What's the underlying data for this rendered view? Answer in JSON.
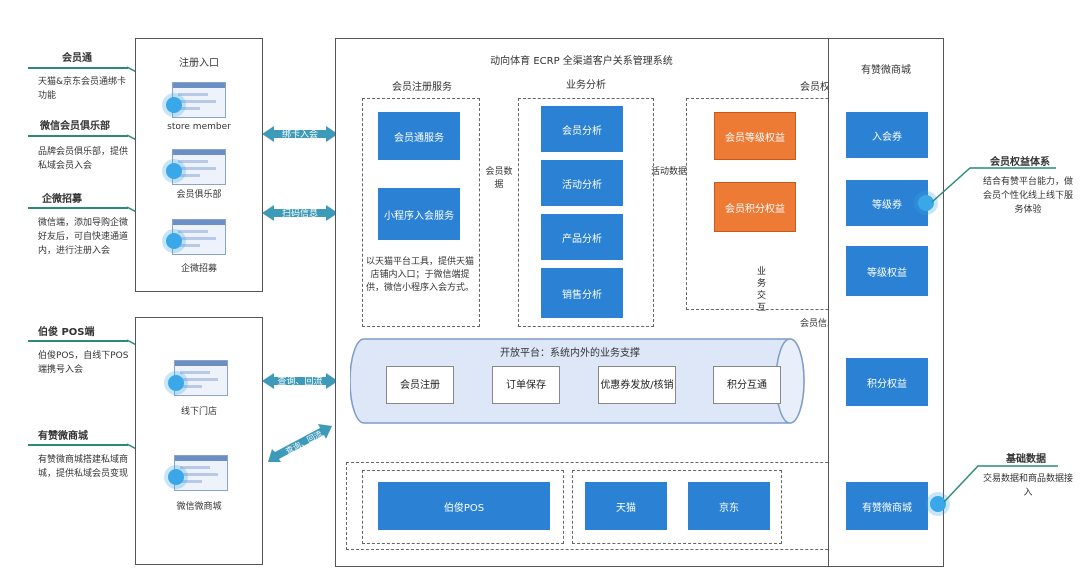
{
  "system_title": "动向体育 ECRP 全渠道客户关系管理系统",
  "registration_panel": {
    "title": "注册入口",
    "items": [
      {
        "caption": "store member"
      },
      {
        "caption": "会员俱乐部"
      },
      {
        "caption": "企微招募"
      }
    ]
  },
  "store_panel": {
    "items": [
      {
        "caption": "线下门店"
      },
      {
        "caption": "微信微商城"
      }
    ]
  },
  "left_groups": [
    {
      "title": "会员通",
      "desc": "天猫&京东会员通绑卡功能"
    },
    {
      "title": "微信会员俱乐部",
      "desc": "品牌会员俱乐部，提供私域会员入会"
    },
    {
      "title": "企微招募",
      "desc": "微信端，添加导购企微好友后，可自快速通道内，进行注册入会"
    },
    {
      "title": "伯俊 POS端",
      "desc": "伯俊POS，自线下POS端携号入会"
    },
    {
      "title": "有赞微商城",
      "desc": "有赞微商城搭建私域商城，提供私域会员变现"
    }
  ],
  "right_groups": [
    {
      "title": "会员权益体系",
      "desc": "结合有赞平台能力，做会员个性化线上线下服务体验"
    },
    {
      "title": "基础数据",
      "desc": "交易数据和商品数据接入"
    }
  ],
  "connector_labels": {
    "bind_card": "绑卡入会",
    "scan_code": "扫码信息",
    "query_return_1": "查询、回流",
    "query_return_2": "查询、回流",
    "member_data": "会员数据",
    "activity_data": "活动数据",
    "business_interaction": "业务交互",
    "member_info": "会员信息"
  },
  "member_registration_service": {
    "title": "会员注册服务",
    "btn1": "会员通服务",
    "btn2": "小程序入会服务",
    "note": "以天猫平台工具，提供天猫店铺内入口；于微信端提供，微信小程序入会方式。"
  },
  "business_analysis": {
    "title": "业务分析",
    "items": [
      "会员分析",
      "活动分析",
      "产品分析",
      "销售分析"
    ]
  },
  "member_rights": {
    "title": "会员权益",
    "items": [
      "会员等级权益",
      "会员积分权益"
    ]
  },
  "open_platform": {
    "title": "开放平台：系统内外的业务支撑",
    "items": [
      "会员注册",
      "订单保存",
      "优惠券发放/核销",
      "积分互通"
    ]
  },
  "bottom_sources": [
    "伯俊POS",
    "天猫",
    "京东"
  ],
  "youzan_panel": {
    "title": "有赞微商城",
    "items": [
      "入会券",
      "等级券",
      "等级权益",
      "积分权益",
      "有赞微商城"
    ]
  },
  "colors": {
    "blue": "#2b82d4",
    "orange": "#ed7a35",
    "teal": "#2d8a78",
    "arrow_orange": "#f07a30"
  }
}
